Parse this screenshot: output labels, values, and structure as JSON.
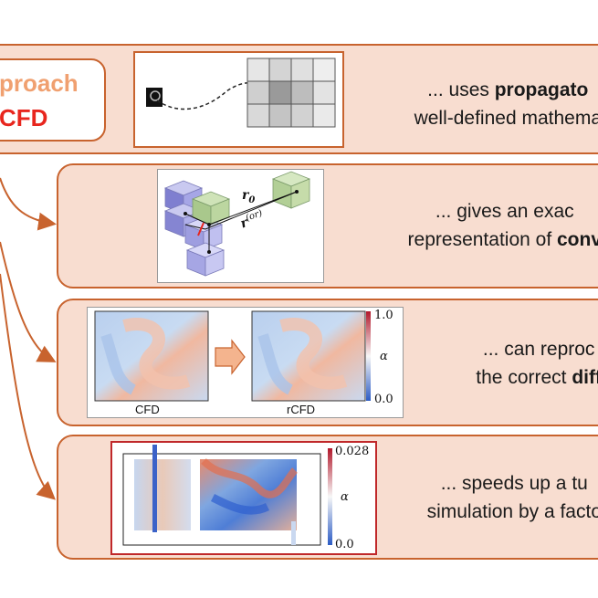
{
  "approach_box": {
    "line1": "proach",
    "line2": "CFD"
  },
  "panel1": {
    "line1_pre": "... uses ",
    "line1_bold": "propagato",
    "line2": "well-defined mathema"
  },
  "panel2": {
    "line1": "... gives an exac",
    "line2_pre": "representation of ",
    "line2_bold": "conv",
    "label_r0": "r",
    "label_r0_sub": "0",
    "label_ror": "r",
    "label_ror_sup": "(or)"
  },
  "panel3": {
    "line1": "... can reproc",
    "line2_pre": "the correct ",
    "line2_bold": "diff",
    "caption_left": "CFD",
    "caption_right": "rCFD",
    "cbar_max": "1.0",
    "cbar_min": "0.0",
    "cbar_symbol": "α"
  },
  "panel4": {
    "line1": "... speeds up a tu",
    "line2": "simulation by a facto",
    "cbar_max": "0.028",
    "cbar_min": "0.0",
    "cbar_symbol": "α"
  },
  "colors": {
    "border": "#c8632e",
    "panel_fill": "#f8ddd0",
    "accent_red": "#e8261e",
    "accent_orange": "#f0a070",
    "fig_border_red": "#c0282a"
  }
}
